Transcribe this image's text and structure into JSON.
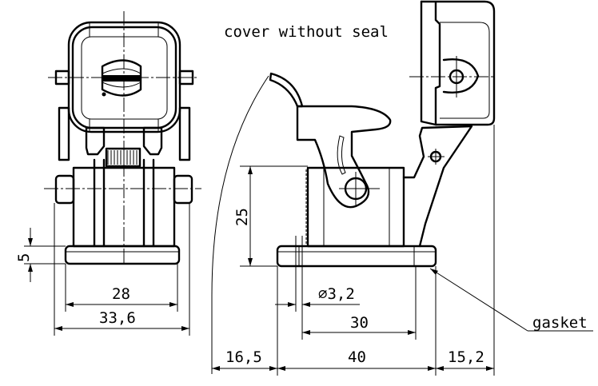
{
  "title_note": "cover without seal",
  "callouts": {
    "gasket": "gasket"
  },
  "dimensions": {
    "front_height_base": "5",
    "front_width_inner": "28",
    "front_width_outer": "33,6",
    "side_height": "25",
    "hole_diameter": "∅3,2",
    "hole_spacing": "30",
    "base_length": "40",
    "left_overhang": "16,5",
    "right_overhang": "15,2"
  },
  "colors": {
    "line": "#000000",
    "background": "#ffffff"
  }
}
